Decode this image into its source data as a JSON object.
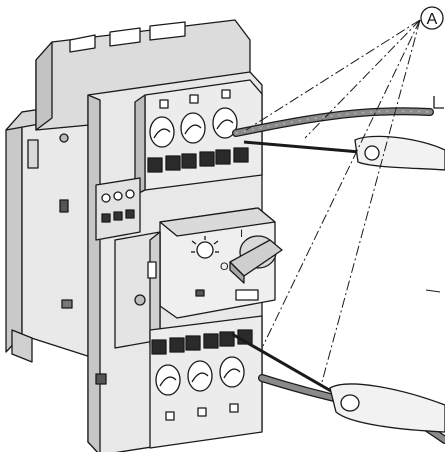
{
  "figure": {
    "callout_label": "A",
    "switch_on_mark": "I",
    "switch_off_mark": "O"
  },
  "colors": {
    "housing": "#e6e6e6",
    "housing_shade": "#c9c9c9",
    "housing_dark": "#9a9a9a",
    "outline": "#1a1a1a",
    "cable": "#8a8a8a",
    "cable_highlight": "#b3b3b3",
    "screwdriver_handle": "#f2f2f2"
  }
}
